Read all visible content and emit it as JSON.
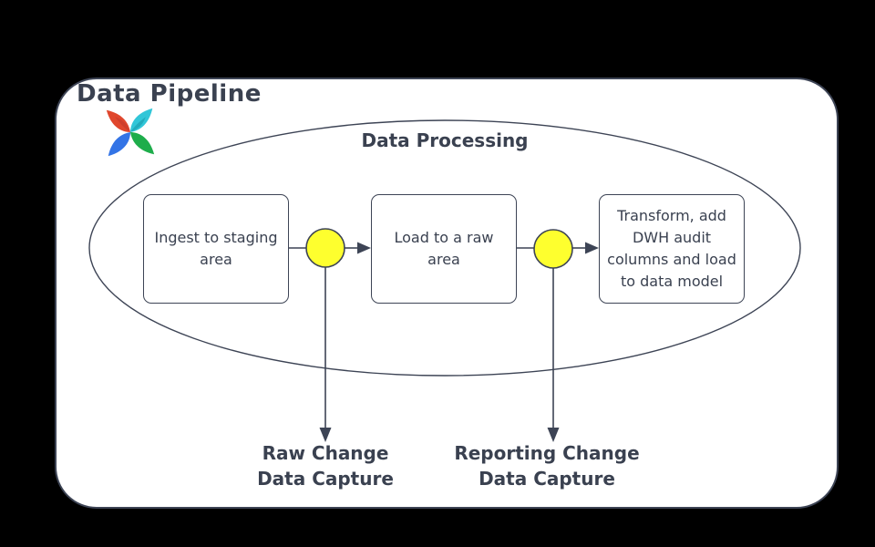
{
  "title": "Data Pipeline",
  "logo": {
    "name": "pinwheel-logo",
    "colors": {
      "red": "#e0472d",
      "teal": "#31c6d8",
      "green": "#1ead4b",
      "blue": "#3374e6"
    }
  },
  "diagram": {
    "group_label": "Data Processing",
    "nodes": [
      {
        "id": "ingest-staging",
        "label": "Ingest to staging area"
      },
      {
        "id": "load-raw",
        "label": "Load to a raw area"
      },
      {
        "id": "transform-load",
        "label": "Transform, add DWH audit columns and load to data model"
      }
    ],
    "event_markers": [
      {
        "id": "cdc-event-1",
        "fill": "#feff2e"
      },
      {
        "id": "cdc-event-2",
        "fill": "#feff2e"
      }
    ],
    "cdc_outputs": [
      {
        "label": "Raw Change Data Capture"
      },
      {
        "label": "Reporting Change Data Capture"
      }
    ],
    "colors": {
      "background": "#000000",
      "canvas": "#ffffff",
      "stroke": "#3d4455",
      "text": "#3a4150",
      "event_fill": "#feff2e"
    }
  }
}
